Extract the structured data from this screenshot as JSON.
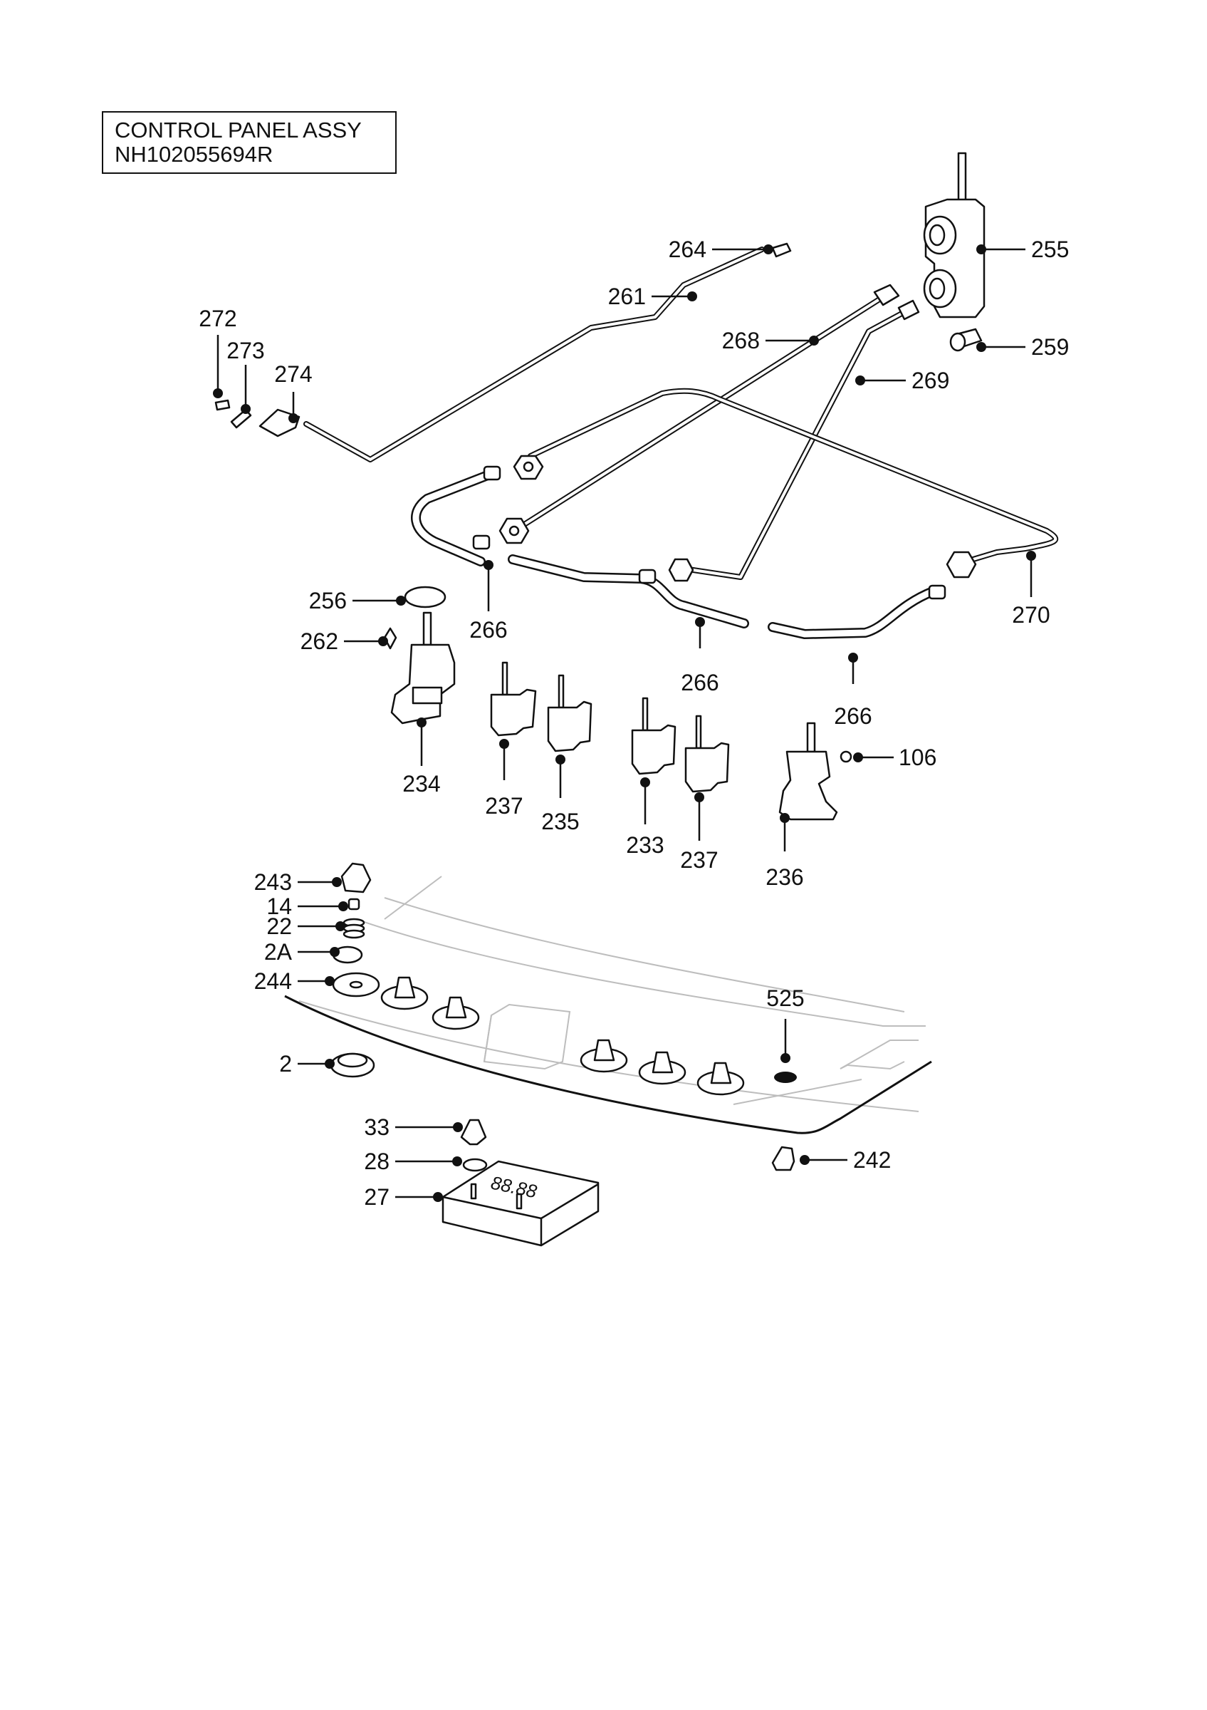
{
  "title": {
    "line1": "CONTROL PANEL ASSY",
    "line2": "NH102055694R"
  },
  "callouts": [
    {
      "id": "c255",
      "label": "255"
    },
    {
      "id": "c264",
      "label": "264"
    },
    {
      "id": "c261",
      "label": "261"
    },
    {
      "id": "c272",
      "label": "272"
    },
    {
      "id": "c273",
      "label": "273"
    },
    {
      "id": "c274",
      "label": "274"
    },
    {
      "id": "c268",
      "label": "268"
    },
    {
      "id": "c259",
      "label": "259"
    },
    {
      "id": "c269",
      "label": "269"
    },
    {
      "id": "c256",
      "label": "256"
    },
    {
      "id": "c262",
      "label": "262"
    },
    {
      "id": "c266a",
      "label": "266"
    },
    {
      "id": "c266b",
      "label": "266"
    },
    {
      "id": "c266c",
      "label": "266"
    },
    {
      "id": "c270",
      "label": "270"
    },
    {
      "id": "c234",
      "label": "234"
    },
    {
      "id": "c237a",
      "label": "237"
    },
    {
      "id": "c235",
      "label": "235"
    },
    {
      "id": "c233",
      "label": "233"
    },
    {
      "id": "c237b",
      "label": "237"
    },
    {
      "id": "c236",
      "label": "236"
    },
    {
      "id": "c106",
      "label": "106"
    },
    {
      "id": "c243",
      "label": "243"
    },
    {
      "id": "c14",
      "label": "14"
    },
    {
      "id": "c22",
      "label": "22"
    },
    {
      "id": "c2A",
      "label": "2A"
    },
    {
      "id": "c244",
      "label": "244"
    },
    {
      "id": "c525",
      "label": "525"
    },
    {
      "id": "c2",
      "label": "2"
    },
    {
      "id": "c33",
      "label": "33"
    },
    {
      "id": "c242",
      "label": "242"
    },
    {
      "id": "c28",
      "label": "28"
    },
    {
      "id": "c27",
      "label": "27"
    }
  ],
  "display_readout": "88.88"
}
